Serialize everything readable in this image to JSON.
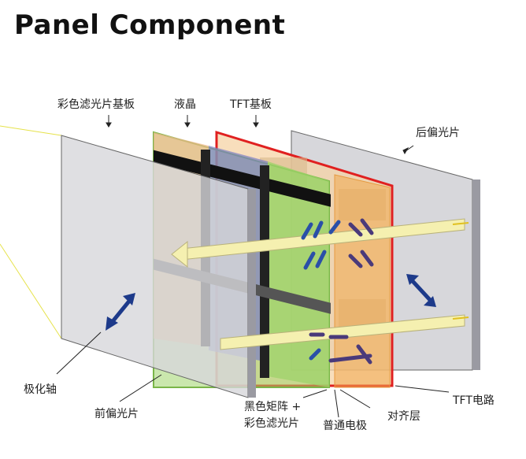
{
  "title": "Panel Component",
  "labels": {
    "color_filter_substrate": "彩色滤光片基板",
    "liquid_crystal": "液晶",
    "tft_substrate": "TFT基板",
    "rear_polarizer": "后偏光片",
    "polarization_axis": "极化轴",
    "front_polarizer": "前偏光片",
    "black_matrix_line1": "黑色矩阵 +",
    "black_matrix_line2": "彩色滤光片",
    "common_electrode": "普通电极",
    "alignment_layer": "对齐层",
    "tft_circuit": "TFT电路"
  },
  "colors": {
    "polarizer": "#c9c9cf",
    "tft_border": "#e02020",
    "lc_border": "#7ab648",
    "orange_fill": "#f2b98c",
    "blue_fill": "#7c7fc4",
    "green_fill": "#9ed36a",
    "arrow_dark_blue": "#1d3a8a",
    "light_beam": "#f5f0b0"
  }
}
